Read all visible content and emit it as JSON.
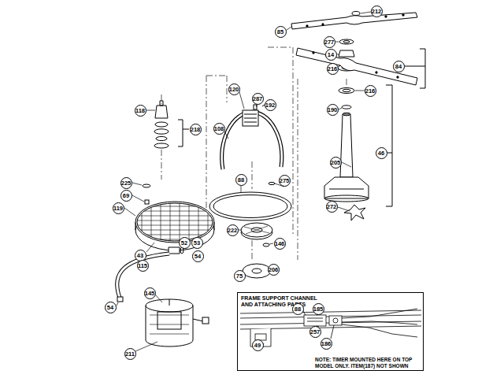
{
  "diagram": {
    "nodes": [
      {
        "text": [
          "FRAME SUPPORT CHANNEL AND ATTACHING PARTS",
          "NOTE: TIMER MOUNTED HERE ON TOP MODEL ONLY. ITEM(187) NOT SHOWN"
        ]
      }
    ],
    "labels": [
      "212",
      "85",
      "277",
      "14",
      "216",
      "84",
      "120",
      "287",
      "192",
      "216",
      "190",
      "118",
      "108",
      "218",
      "46",
      "205",
      "88",
      "275",
      "225",
      "69",
      "119",
      "272",
      "222",
      "52",
      "53",
      "146",
      "54",
      "43",
      "115",
      "206",
      "75",
      "145",
      "54",
      "211",
      "88",
      "185",
      "257",
      "186",
      "49"
    ]
  }
}
